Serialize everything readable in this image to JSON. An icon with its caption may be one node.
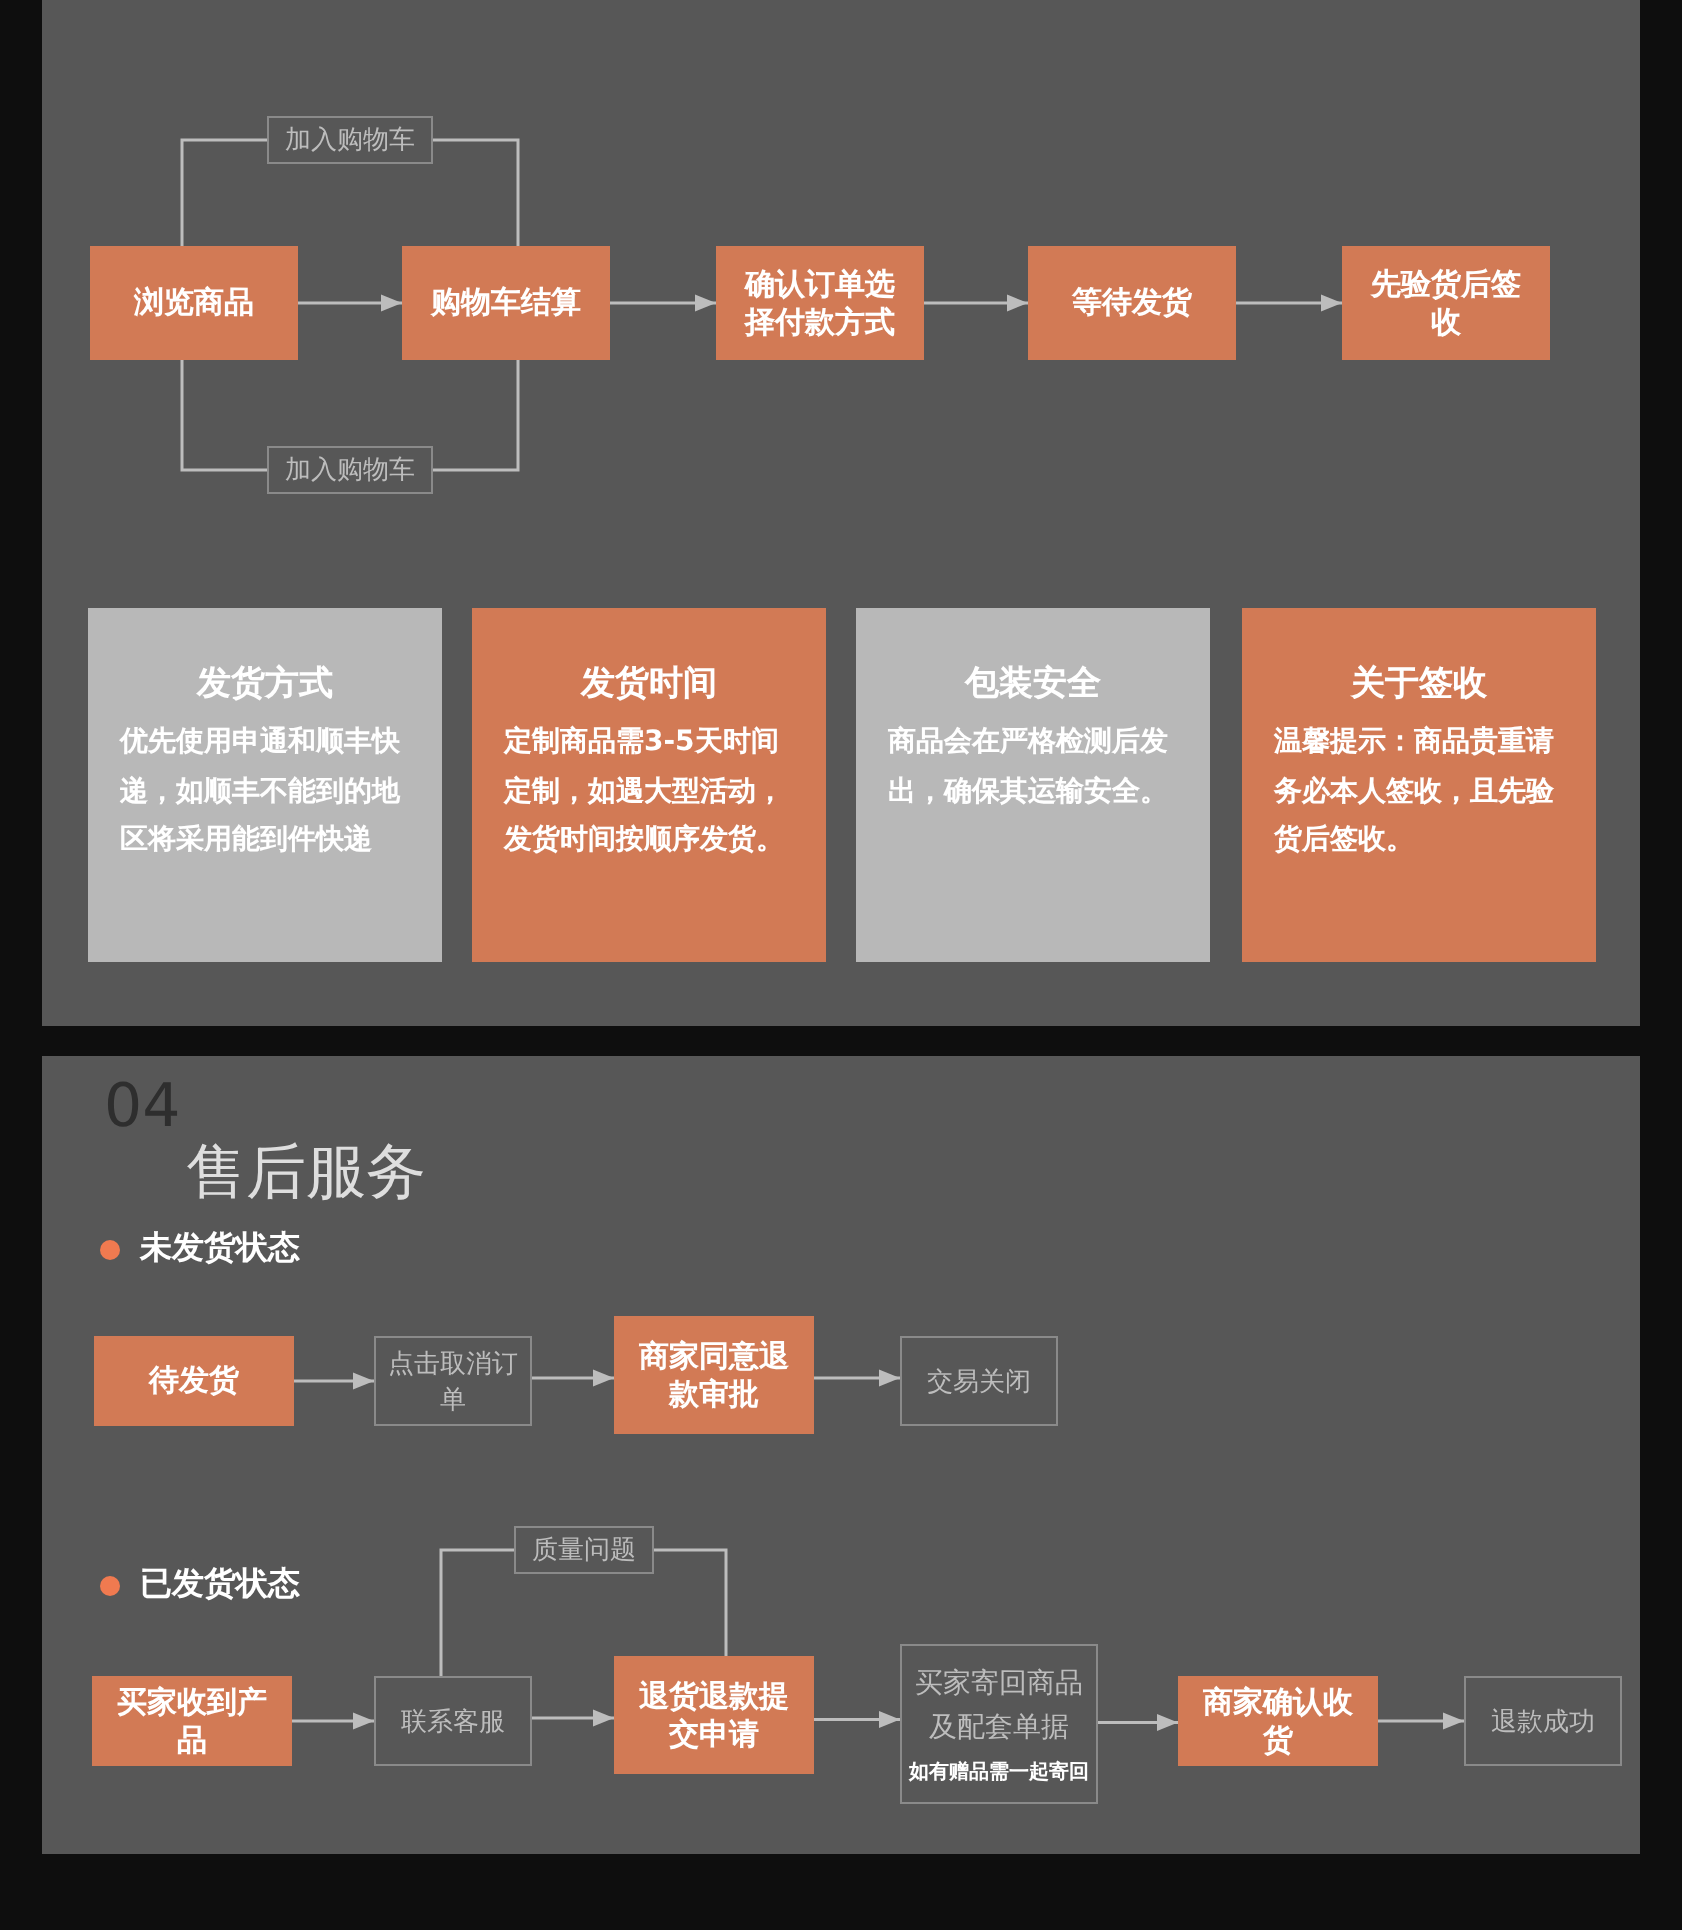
{
  "diagram": {
    "title": "售后服务",
    "nodes": [
      {
        "text": [
          "浏览商品"
        ]
      },
      {
        "text": [
          "购物车结算"
        ]
      },
      {
        "text": [
          "确认订单选择付款方式"
        ]
      },
      {
        "text": [
          "等待发货"
        ]
      },
      {
        "text": [
          "先验货后签收"
        ]
      },
      {
        "text": [
          "发货方式",
          "优先使用申通和顺丰快递，如顺丰不能到的地区将采用能到件快递"
        ]
      },
      {
        "text": [
          "发货时间",
          "定制商品需3-5天时间定制，如遇大型活动，发货时间按顺序发货。"
        ]
      },
      {
        "text": [
          "包装安全",
          "商品会在严格检测后发出，确保其运输安全。"
        ]
      },
      {
        "text": [
          "关于签收",
          "温馨提示：商品贵重请务必本人签收，且先验货后签收。"
        ]
      },
      {
        "text": [
          "待发货"
        ]
      },
      {
        "text": [
          "点击取消订单"
        ]
      },
      {
        "text": [
          "商家同意退款审批"
        ]
      },
      {
        "text": [
          "交易关闭"
        ]
      },
      {
        "text": [
          "买家收到产品"
        ]
      },
      {
        "text": [
          "联系客服"
        ]
      },
      {
        "text": [
          "退货退款提交申请"
        ]
      },
      {
        "text": [
          "买家寄回商品及配套单据",
          "如有赠品需一起寄回"
        ]
      },
      {
        "text": [
          "商家确认收货"
        ]
      },
      {
        "text": [
          "退款成功"
        ]
      }
    ],
    "edges": [
      {
        "from": 0,
        "to": 1,
        "arrow": "to"
      },
      {
        "from": 0,
        "to": 1,
        "arrow": "none",
        "label": "加入购物车"
      },
      {
        "from": 0,
        "to": 1,
        "arrow": "none",
        "label": "加入购物车"
      },
      {
        "from": 1,
        "to": 2,
        "arrow": "to"
      },
      {
        "from": 2,
        "to": 3,
        "arrow": "to"
      },
      {
        "from": 3,
        "to": 4,
        "arrow": "to"
      },
      {
        "from": 9,
        "to": 10,
        "arrow": "to"
      },
      {
        "from": 10,
        "to": 11,
        "arrow": "to"
      },
      {
        "from": 11,
        "to": 12,
        "arrow": "to"
      },
      {
        "from": 13,
        "to": 14,
        "arrow": "to"
      },
      {
        "from": 14,
        "to": 15,
        "arrow": "to"
      },
      {
        "from": 14,
        "to": 15,
        "arrow": "none",
        "label": "质量问题"
      },
      {
        "from": 15,
        "to": 16,
        "arrow": "to"
      },
      {
        "from": 16,
        "to": 17,
        "arrow": "to"
      },
      {
        "from": 17,
        "to": 18,
        "arrow": "to"
      }
    ],
    "labels": [
      "04",
      "未发货状态",
      "已发货状态"
    ]
  }
}
